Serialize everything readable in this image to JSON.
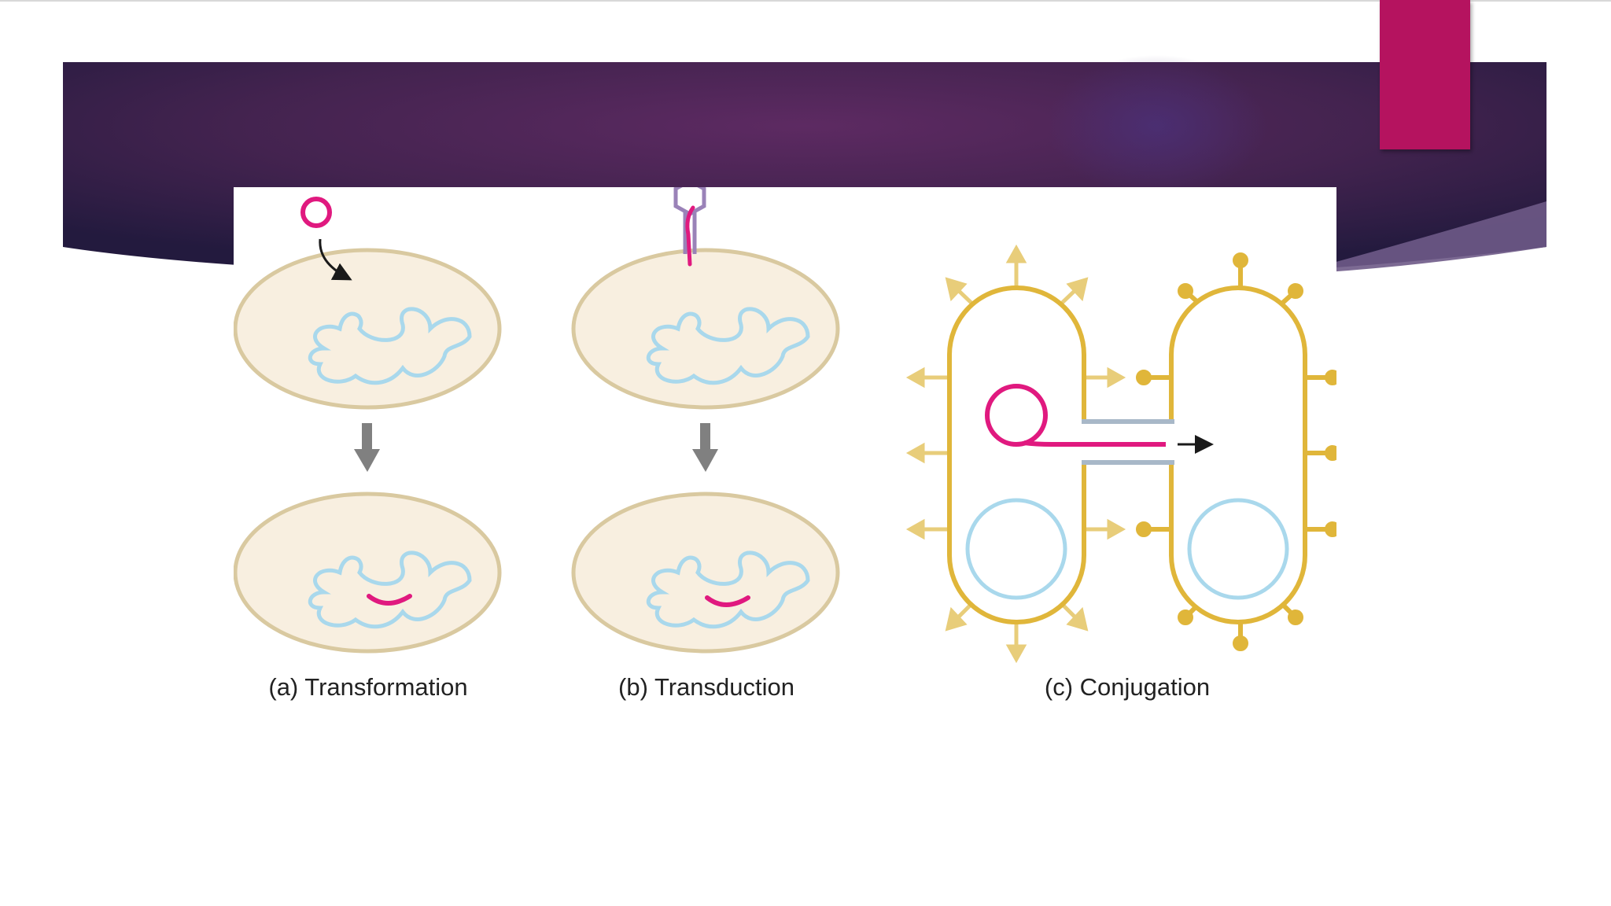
{
  "slide": {
    "banner_colors": {
      "dark": "#2a1c45",
      "mid": "#5d2a62",
      "light_band": "#6e5a87"
    },
    "accent_tab_color": "#b5135f"
  },
  "figure": {
    "cell_fill": "#f8efe0",
    "cell_stroke": "#d9c9a0",
    "chromosome_color": "#a9d8ec",
    "donor_dna_color": "#e0197f",
    "phage_color": "#9a82b8",
    "pilus_color": "#e0b63a",
    "process_arrow_color": "#808080",
    "panels": [
      {
        "id": "a",
        "caption": "(a) Transformation"
      },
      {
        "id": "b",
        "caption": "(b) Transduction"
      },
      {
        "id": "c",
        "caption": "(c) Conjugation"
      }
    ]
  }
}
